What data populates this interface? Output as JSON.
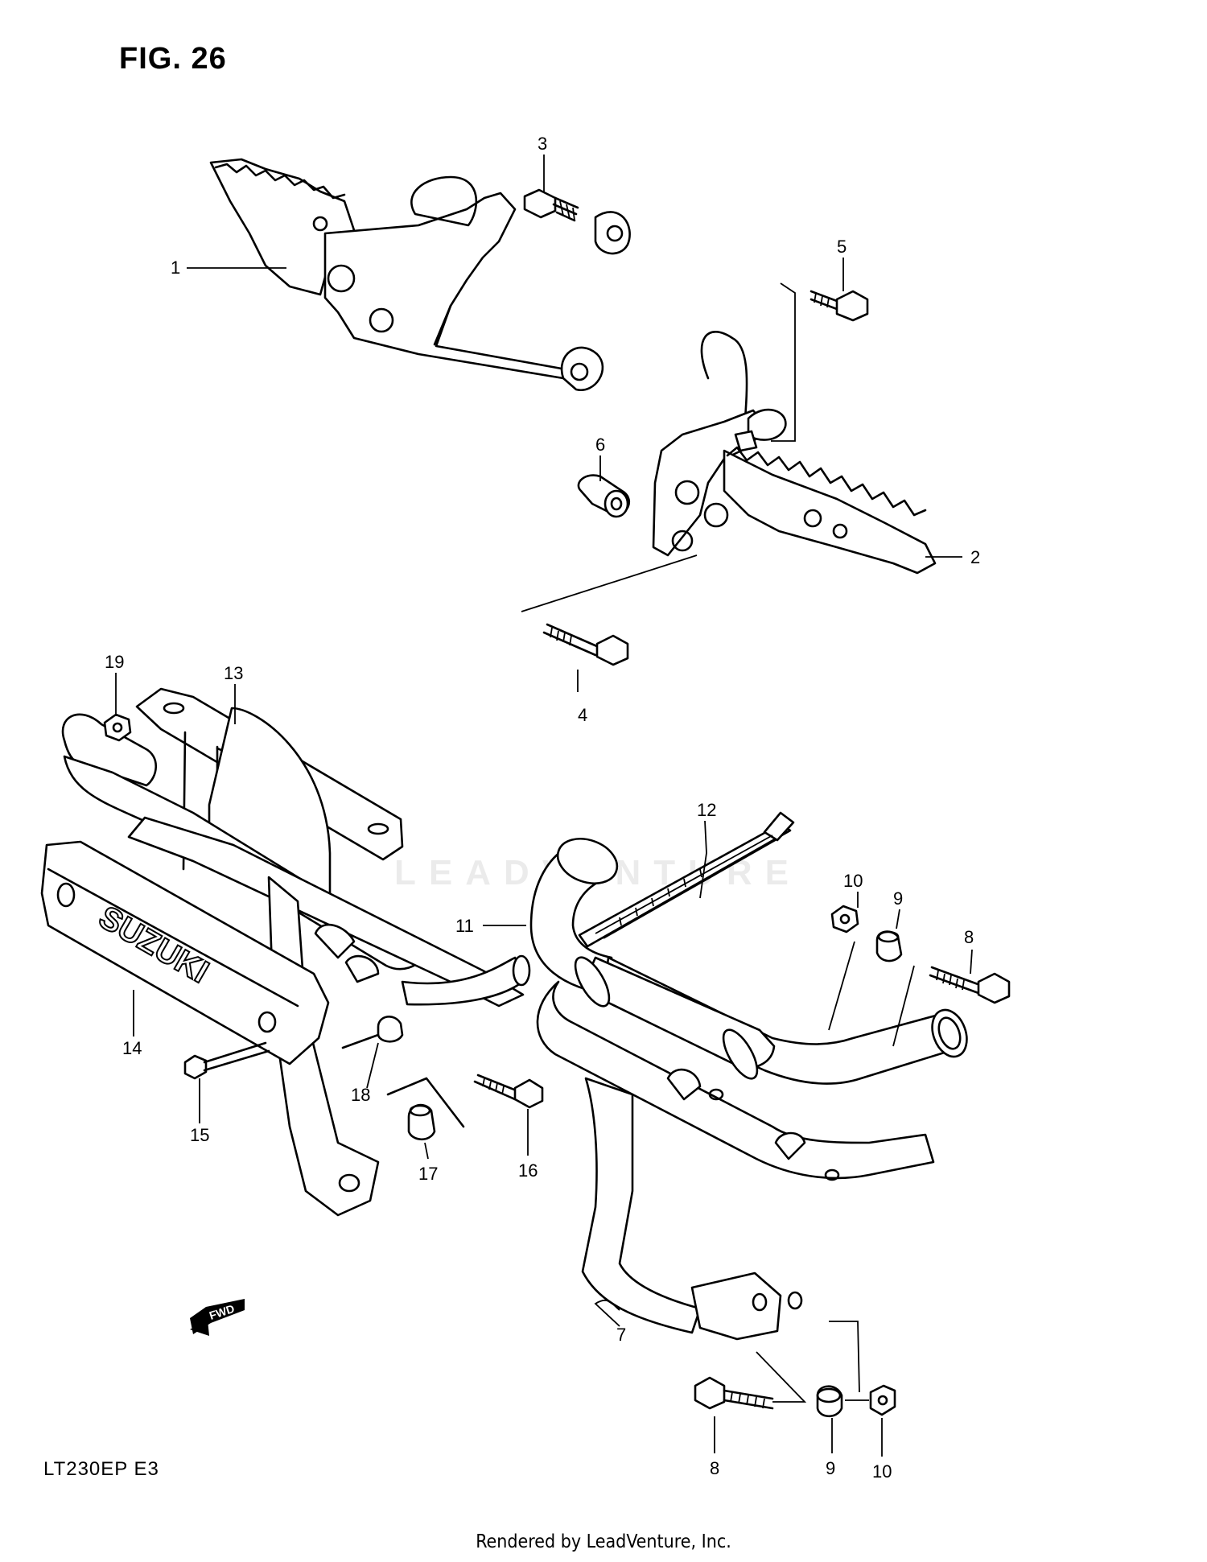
{
  "figure": {
    "title": "FIG. 26",
    "model": "LT230EP  E3",
    "footer": "Rendered by LeadVenture, Inc.",
    "watermark": "LEADVENTURE",
    "fwd_label": "FWD",
    "brand_label": "SUZUKI"
  },
  "callouts": [
    {
      "id": "c1",
      "label": "1"
    },
    {
      "id": "c2",
      "label": "2"
    },
    {
      "id": "c3",
      "label": "3"
    },
    {
      "id": "c4",
      "label": "4"
    },
    {
      "id": "c5",
      "label": "5"
    },
    {
      "id": "c6",
      "label": "6"
    },
    {
      "id": "c7",
      "label": "7"
    },
    {
      "id": "c8a",
      "label": "8"
    },
    {
      "id": "c8b",
      "label": "8"
    },
    {
      "id": "c9a",
      "label": "9"
    },
    {
      "id": "c9b",
      "label": "9"
    },
    {
      "id": "c10a",
      "label": "10"
    },
    {
      "id": "c10b",
      "label": "10"
    },
    {
      "id": "c11",
      "label": "11"
    },
    {
      "id": "c12",
      "label": "12"
    },
    {
      "id": "c13",
      "label": "13"
    },
    {
      "id": "c14",
      "label": "14"
    },
    {
      "id": "c15",
      "label": "15"
    },
    {
      "id": "c16",
      "label": "16"
    },
    {
      "id": "c17",
      "label": "17"
    },
    {
      "id": "c18",
      "label": "18"
    },
    {
      "id": "c19",
      "label": "19"
    }
  ]
}
